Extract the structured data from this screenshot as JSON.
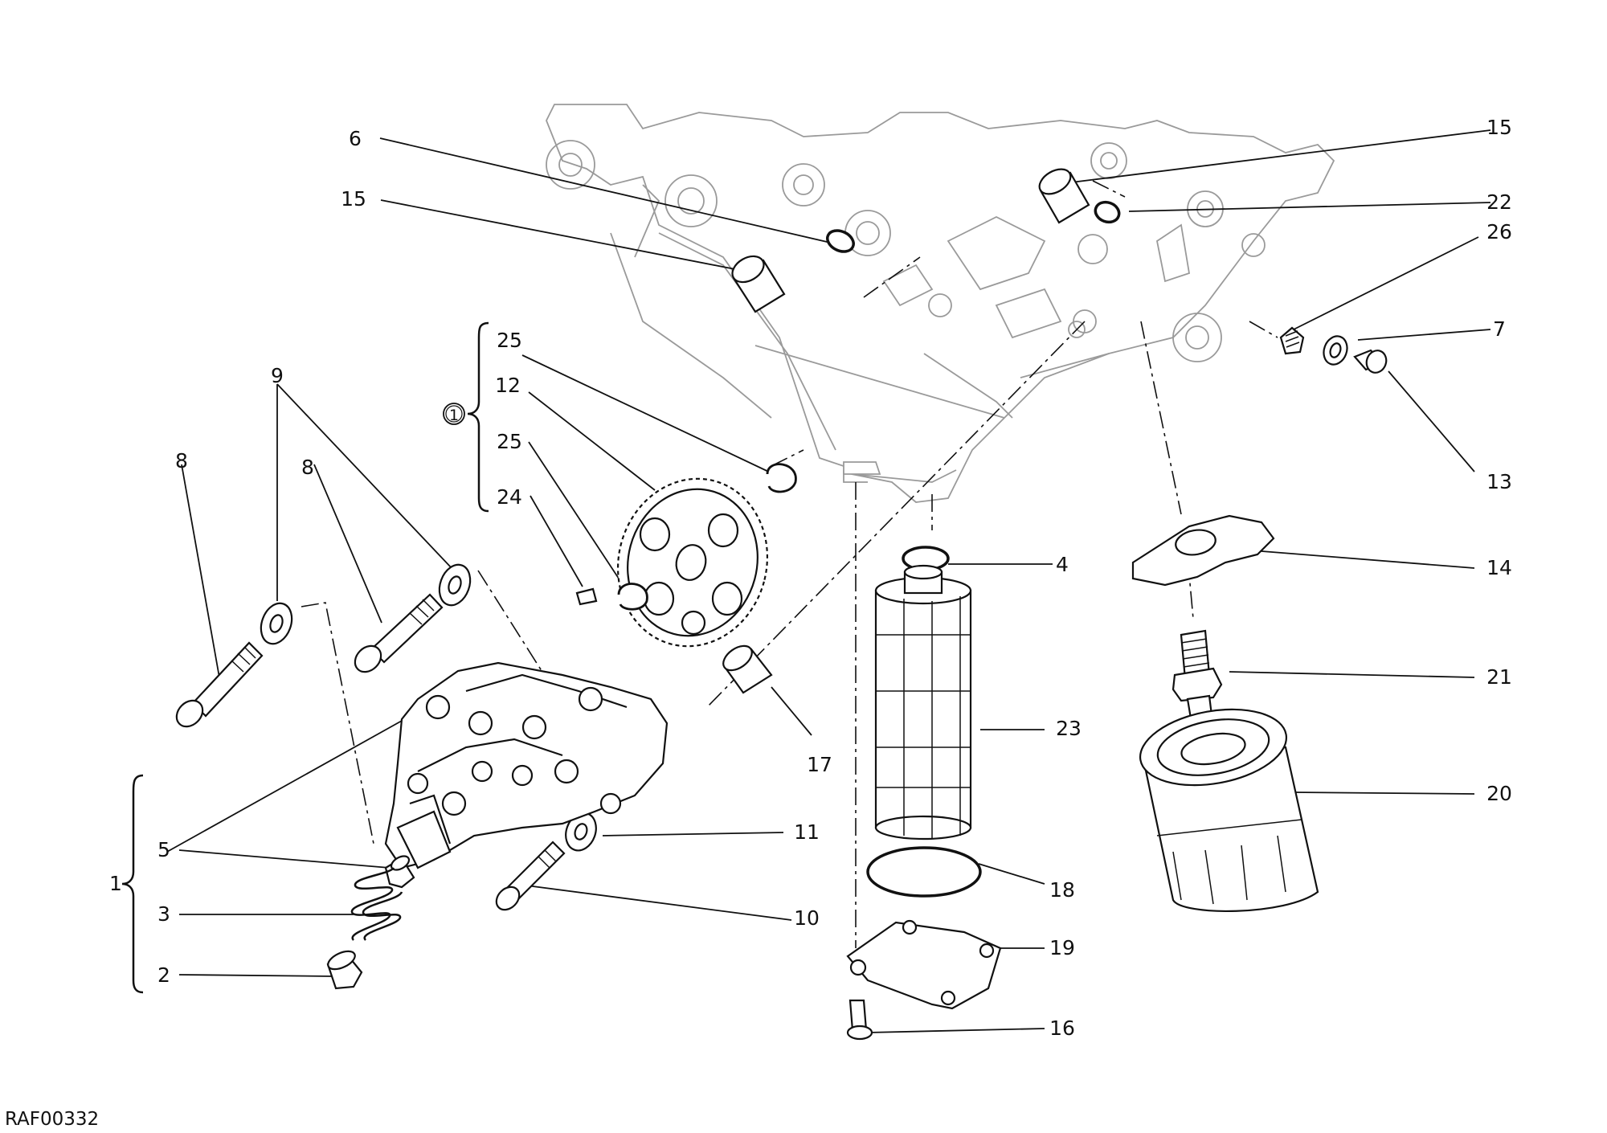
{
  "drawing_ref": "RAF00332",
  "group_marker": "1",
  "callouts": [
    {
      "id": "c1",
      "num": "1"
    },
    {
      "id": "c2",
      "num": "2"
    },
    {
      "id": "c3",
      "num": "3"
    },
    {
      "id": "c4",
      "num": "4"
    },
    {
      "id": "c5",
      "num": "5"
    },
    {
      "id": "c6",
      "num": "6"
    },
    {
      "id": "c7",
      "num": "7"
    },
    {
      "id": "c8a",
      "num": "8"
    },
    {
      "id": "c8b",
      "num": "8"
    },
    {
      "id": "c9",
      "num": "9"
    },
    {
      "id": "c10",
      "num": "10"
    },
    {
      "id": "c11",
      "num": "11"
    },
    {
      "id": "c12",
      "num": "12"
    },
    {
      "id": "c13",
      "num": "13"
    },
    {
      "id": "c14",
      "num": "14"
    },
    {
      "id": "c15a",
      "num": "15"
    },
    {
      "id": "c15b",
      "num": "15"
    },
    {
      "id": "c16",
      "num": "16"
    },
    {
      "id": "c17",
      "num": "17"
    },
    {
      "id": "c18",
      "num": "18"
    },
    {
      "id": "c19",
      "num": "19"
    },
    {
      "id": "c20",
      "num": "20"
    },
    {
      "id": "c21",
      "num": "21"
    },
    {
      "id": "c22",
      "num": "22"
    },
    {
      "id": "c23",
      "num": "23"
    },
    {
      "id": "c24",
      "num": "24"
    },
    {
      "id": "c25a",
      "num": "25"
    },
    {
      "id": "c25b",
      "num": "25"
    },
    {
      "id": "c26",
      "num": "26"
    }
  ]
}
